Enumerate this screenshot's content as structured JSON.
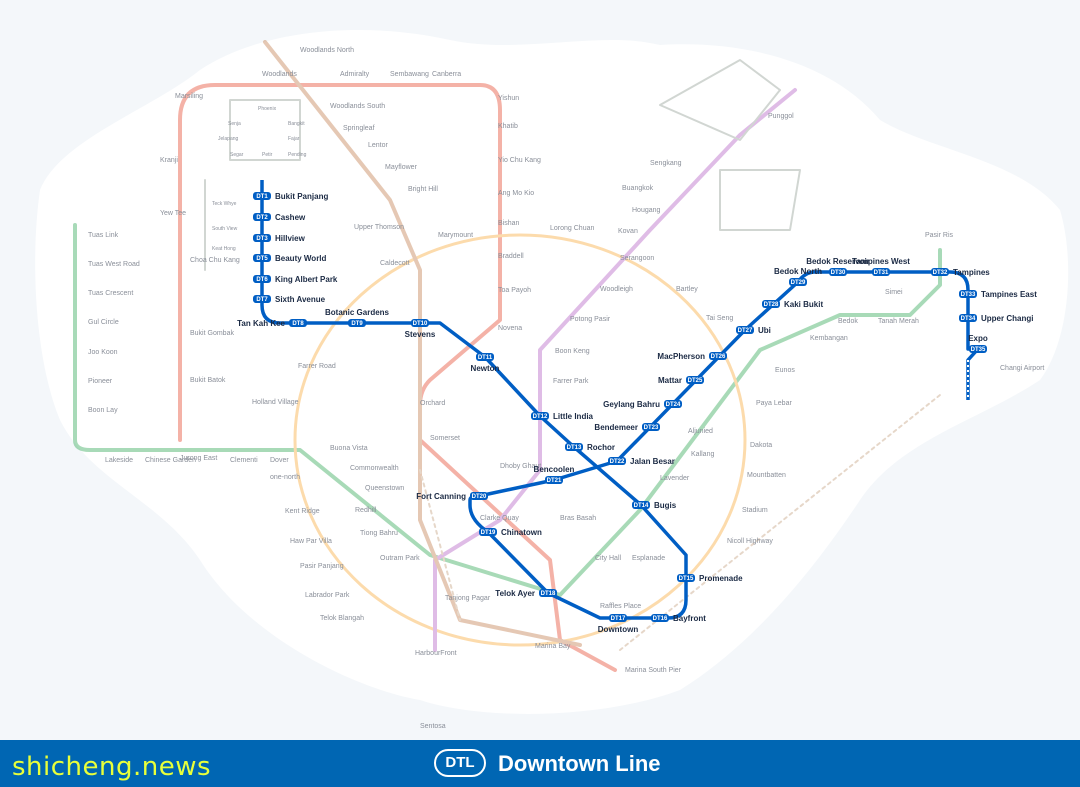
{
  "legend": {
    "code": "DTL",
    "name": "Downtown Line"
  },
  "watermark": "shicheng.news",
  "colors": {
    "dtl": "#005ec4",
    "nsl": "#d42e12",
    "ewl": "#009645",
    "nel": "#9900aa",
    "ccl": "#fa9e0d",
    "tel": "#9d5b25",
    "bplrt": "#748477"
  },
  "dtl_stations": [
    {
      "code": "DT1",
      "name": "Bukit Panjang"
    },
    {
      "code": "DT2",
      "name": "Cashew"
    },
    {
      "code": "DT3",
      "name": "Hillview"
    },
    {
      "code": "DT5",
      "name": "Beauty World"
    },
    {
      "code": "DT6",
      "name": "King Albert Park"
    },
    {
      "code": "DT7",
      "name": "Sixth Avenue"
    },
    {
      "code": "DT8",
      "name": "Tan Kah Kee"
    },
    {
      "code": "DT9",
      "name": "Botanic Gardens"
    },
    {
      "code": "DT10",
      "name": "Stevens"
    },
    {
      "code": "DT11",
      "name": "Newton"
    },
    {
      "code": "DT12",
      "name": "Little India"
    },
    {
      "code": "DT13",
      "name": "Rochor"
    },
    {
      "code": "DT14",
      "name": "Bugis"
    },
    {
      "code": "DT15",
      "name": "Promenade"
    },
    {
      "code": "DT16",
      "name": "Bayfront"
    },
    {
      "code": "DT17",
      "name": "Downtown"
    },
    {
      "code": "DT18",
      "name": "Telok Ayer"
    },
    {
      "code": "DT19",
      "name": "Chinatown"
    },
    {
      "code": "DT20",
      "name": "Fort Canning"
    },
    {
      "code": "DT21",
      "name": "Bencoolen"
    },
    {
      "code": "DT22",
      "name": "Jalan Besar"
    },
    {
      "code": "DT23",
      "name": "Bendemeer"
    },
    {
      "code": "DT24",
      "name": "Geylang Bahru"
    },
    {
      "code": "DT25",
      "name": "Mattar"
    },
    {
      "code": "DT26",
      "name": "MacPherson"
    },
    {
      "code": "DT27",
      "name": "Ubi"
    },
    {
      "code": "DT28",
      "name": "Kaki Bukit"
    },
    {
      "code": "DT29",
      "name": "Bedok North"
    },
    {
      "code": "DT30",
      "name": "Bedok Reservoir"
    },
    {
      "code": "DT31",
      "name": "Tampines West"
    },
    {
      "code": "DT32",
      "name": "Tampines"
    },
    {
      "code": "DT33",
      "name": "Tampines East"
    },
    {
      "code": "DT34",
      "name": "Upper Changi"
    },
    {
      "code": "DT35",
      "name": "Expo"
    }
  ],
  "other_stations": [
    {
      "name": "Woodlands North"
    },
    {
      "name": "Woodlands"
    },
    {
      "name": "Admiralty"
    },
    {
      "name": "Sembawang"
    },
    {
      "name": "Canberra"
    },
    {
      "name": "Yishun"
    },
    {
      "name": "Khatib"
    },
    {
      "name": "Yio Chu Kang"
    },
    {
      "name": "Ang Mo Kio"
    },
    {
      "name": "Bishan"
    },
    {
      "name": "Braddell"
    },
    {
      "name": "Toa Payoh"
    },
    {
      "name": "Novena"
    },
    {
      "name": "Orchard"
    },
    {
      "name": "Somerset"
    },
    {
      "name": "Dhoby Ghaut"
    },
    {
      "name": "City Hall"
    },
    {
      "name": "Raffles Place"
    },
    {
      "name": "Marina Bay"
    },
    {
      "name": "Marina South Pier"
    },
    {
      "name": "Marsiling"
    },
    {
      "name": "Kranji"
    },
    {
      "name": "Yew Tee"
    },
    {
      "name": "Choa Chu Kang"
    },
    {
      "name": "Bukit Gombak"
    },
    {
      "name": "Bukit Batok"
    },
    {
      "name": "Jurong East"
    },
    {
      "name": "Woodlands South"
    },
    {
      "name": "Springleaf"
    },
    {
      "name": "Lentor"
    },
    {
      "name": "Mayflower"
    },
    {
      "name": "Bright Hill"
    },
    {
      "name": "Upper Thomson"
    },
    {
      "name": "Caldecott"
    },
    {
      "name": "Tuas Link"
    },
    {
      "name": "Tuas West Road"
    },
    {
      "name": "Tuas Crescent"
    },
    {
      "name": "Gul Circle"
    },
    {
      "name": "Joo Koon"
    },
    {
      "name": "Pioneer"
    },
    {
      "name": "Boon Lay"
    },
    {
      "name": "Lakeside"
    },
    {
      "name": "Chinese Garden"
    },
    {
      "name": "Clementi"
    },
    {
      "name": "Dover"
    },
    {
      "name": "Buona Vista"
    },
    {
      "name": "Commonwealth"
    },
    {
      "name": "Queenstown"
    },
    {
      "name": "Redhill"
    },
    {
      "name": "Tiong Bahru"
    },
    {
      "name": "Outram Park"
    },
    {
      "name": "Tanjong Pagar"
    },
    {
      "name": "Pasir Ris"
    },
    {
      "name": "Simei"
    },
    {
      "name": "Tanah Merah"
    },
    {
      "name": "Bedok"
    },
    {
      "name": "Kembangan"
    },
    {
      "name": "Eunos"
    },
    {
      "name": "Paya Lebar"
    },
    {
      "name": "Aljunied"
    },
    {
      "name": "Kallang"
    },
    {
      "name": "Lavender"
    },
    {
      "name": "Changi Airport"
    },
    {
      "name": "HarbourFront"
    },
    {
      "name": "Punggol"
    },
    {
      "name": "Sengkang"
    },
    {
      "name": "Buangkok"
    },
    {
      "name": "Hougang"
    },
    {
      "name": "Kovan"
    },
    {
      "name": "Serangoon"
    },
    {
      "name": "Woodleigh"
    },
    {
      "name": "Potong Pasir"
    },
    {
      "name": "Boon Keng"
    },
    {
      "name": "Farrer Park"
    },
    {
      "name": "Clarke Quay"
    },
    {
      "name": "Bras Basah"
    },
    {
      "name": "Esplanade"
    },
    {
      "name": "Nicoll Highway"
    },
    {
      "name": "Stadium"
    },
    {
      "name": "Mountbatten"
    },
    {
      "name": "Dakota"
    },
    {
      "name": "Tai Seng"
    },
    {
      "name": "Bartley"
    },
    {
      "name": "Lorong Chuan"
    },
    {
      "name": "Marymount"
    },
    {
      "name": "Farrer Road"
    },
    {
      "name": "Holland Village"
    },
    {
      "name": "one-north"
    },
    {
      "name": "Kent Ridge"
    },
    {
      "name": "Haw Par Villa"
    },
    {
      "name": "Pasir Panjang"
    },
    {
      "name": "Labrador Park"
    },
    {
      "name": "Telok Blangah"
    },
    {
      "name": "Sentosa"
    }
  ],
  "bplrt_stations": [
    {
      "name": "Senja"
    },
    {
      "name": "Jelapang"
    },
    {
      "name": "Segar"
    },
    {
      "name": "Bangkit"
    },
    {
      "name": "Fajar"
    },
    {
      "name": "Pending"
    },
    {
      "name": "Petir"
    },
    {
      "name": "Phoenix"
    },
    {
      "name": "South View"
    },
    {
      "name": "Teck Whye"
    },
    {
      "name": "Keat Hong"
    }
  ]
}
